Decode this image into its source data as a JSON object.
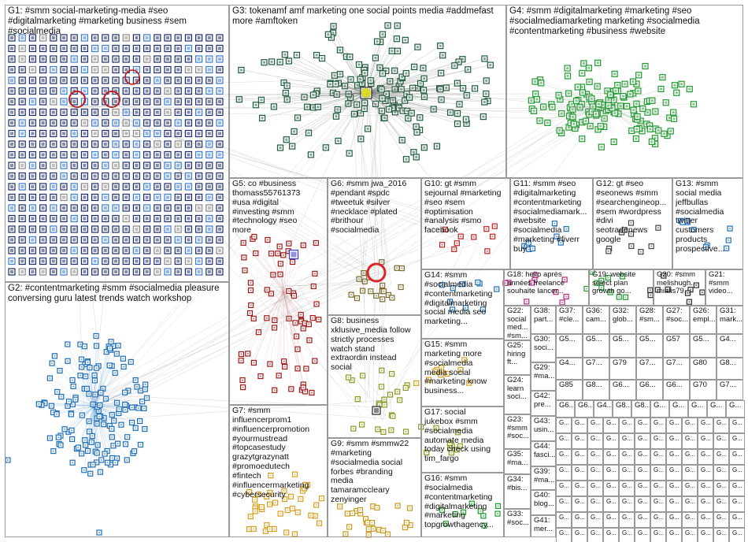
{
  "groups": [
    {
      "id": "G1",
      "text": "G1: #smm social-marketing-media #seo\n#digitalmarketing #marketing business #sem\n#socialmedia"
    },
    {
      "id": "G2",
      "text": "G2: #contentmarketing #smm #socialmedia pleasure\nconversing guru latest trends watch workshop"
    },
    {
      "id": "G3",
      "text": "G3: tokenamf amf marketing one social points media #addmefast\nmore #amftoken"
    },
    {
      "id": "G4",
      "text": "G4: #smm #digitalmarketing #marketing #seo\n#socialmediamarketing marketing #socialmedia\n#contentmarketing #business #website"
    },
    {
      "id": "G5",
      "text": "G5: co #business\nthomass55761373\n#usa #digital\n#investing #smm\n#technology #seo\nmore"
    },
    {
      "id": "G6",
      "text": "G6: #smm jwa_2016\n#pendant #spdc\n#tweetuk #silver\n#necklace #plated\n#brithour\n#socialmedia"
    },
    {
      "id": "G7",
      "text": "G7: #smm\ninfluencerprom1\n#influencerpromotion\n#yourmustread\n#topcasestudy\ngrazytgrazynatt\n#promoedutech\n#fintech\n#influencermarketing\n#cybersecurity"
    },
    {
      "id": "G8",
      "text": "G8: business\nxklusive_media follow\nstrictly processes\nwatch stand\nextraordin instead\nsocial"
    },
    {
      "id": "G9",
      "text": "G9: #smm #smmw22\n#marketing\n#socialmedia social\nforbes #branding\nmedia\ntamaramccleary\nzenyinger"
    },
    {
      "id": "G10",
      "text": "G10: gt #smm\nsejournal #marketing\n#seo #sem\n#optimisation\n#analysis #smo\nfacebook"
    },
    {
      "id": "G11",
      "text": "G11: #smm #seo\n#digitalmarketing\n#contentmarketing\n#socialmediamark...\n#website\n#socialmedia\n#marketing #fiverr\nbuy"
    },
    {
      "id": "G12",
      "text": "G12: gt #seo\n#seonews #smm\n#searchengineop...\n#sem #wordpress\n#divi\nseotradenews\ngoogle"
    },
    {
      "id": "G13",
      "text": "G13: #smm\nsocial media\njeffbullas\n#socialmedia\ntwitter\ncustomers\nproducts\nprospective..."
    },
    {
      "id": "G14",
      "text": "G14: #smm\n#socialmedia\n#contentmarketing\n#digitalmarketing\nsocial media seo\nmarketing..."
    },
    {
      "id": "G15",
      "text": "G15: #smm\nmarketing more\n#socialmedia\nmedia social\n#marketing know\nbusiness..."
    },
    {
      "id": "G16",
      "text": "G16: #smm\n#socialmedia\n#contentmarketing\n#digitalmarketing\n#marketing\ntopgrowthagency..."
    },
    {
      "id": "G17",
      "text": "G17: social\njukebox #smm\n#socialmedia\nautomate media\ntoday check using\ntim_fargo"
    },
    {
      "id": "G18",
      "text": "G18: hello après\nannées freelance\nsouhaite lancer..."
    },
    {
      "id": "G19",
      "text": "G19: website\nselect plan\ngrowth go..."
    },
    {
      "id": "G20",
      "text": "G20: #smm\nmelishugh...\nmialis79..."
    },
    {
      "id": "G21",
      "text": "G21:\n#smm\nvideo..."
    },
    {
      "id": "G22",
      "text": "G22:\nsocial\nmed...\n#sm..."
    },
    {
      "id": "G38",
      "text": "G38:\npart..."
    },
    {
      "id": "G37",
      "text": "G37:\n#cle..."
    },
    {
      "id": "G36",
      "text": "G36:\ncam..."
    },
    {
      "id": "G32",
      "text": "G32:\nglob..."
    },
    {
      "id": "G28",
      "text": "G28:\n#sm..."
    },
    {
      "id": "G27",
      "text": "G27:\n#soc..."
    },
    {
      "id": "G26",
      "text": "G26:\nempl..."
    },
    {
      "id": "G31",
      "text": "G31:\nmark..."
    },
    {
      "id": "G30",
      "text": "G30:\nsoci..."
    },
    {
      "id": "G25",
      "text": "G25:\nhiring\nft..."
    },
    {
      "id": "G29",
      "text": "G29:\n#ma..."
    },
    {
      "id": "G24",
      "text": "G24:\nlearn\nsoci..."
    },
    {
      "id": "G42",
      "text": "G42:\npre..."
    },
    {
      "id": "G23",
      "text": "G23:\n#smm\n#soc..."
    },
    {
      "id": "G43",
      "text": "G43:\nusin..."
    },
    {
      "id": "G35",
      "text": "G35:\n#ma..."
    },
    {
      "id": "G44",
      "text": "G44:\nfasci..."
    },
    {
      "id": "G39",
      "text": "G39:\n#ma..."
    },
    {
      "id": "G34",
      "text": "G34:\n#bis..."
    },
    {
      "id": "G40",
      "text": "G40:\nblog..."
    },
    {
      "id": "G33",
      "text": "G33:\n#soc..."
    },
    {
      "id": "G41",
      "text": "G41:\nmer..."
    }
  ],
  "small_labels": [
    "G5...",
    "G5...",
    "G5...",
    "G5...",
    "G57",
    "G5...",
    "G4...",
    "G4...",
    "G7...",
    "G79",
    "G7...",
    "G7...",
    "G80",
    "G8...",
    "G85",
    "G8...",
    "G6...",
    "G6...",
    "G6...",
    "G70",
    "G7...",
    "G6...",
    "G6...",
    "G4...",
    "G8...",
    "G8...",
    "G...",
    "G...",
    "G...",
    "G...",
    "G...",
    "G...",
    "G6...",
    "G...",
    "G...",
    "G...",
    "G...",
    "G...",
    "G...",
    "G7...",
    "G6...",
    "G..."
  ],
  "colors": {
    "G1": "#1b2b6b",
    "G2": "#1f6fb8",
    "G3": "#1d5b3a",
    "G4": "#1f9a2e",
    "G5": "#a01818",
    "G6": "#7a6a2a",
    "G7": "#d8a020",
    "G8": "#8a9a20",
    "edge": "#8a8a8a",
    "border": "#9a9a9a"
  }
}
